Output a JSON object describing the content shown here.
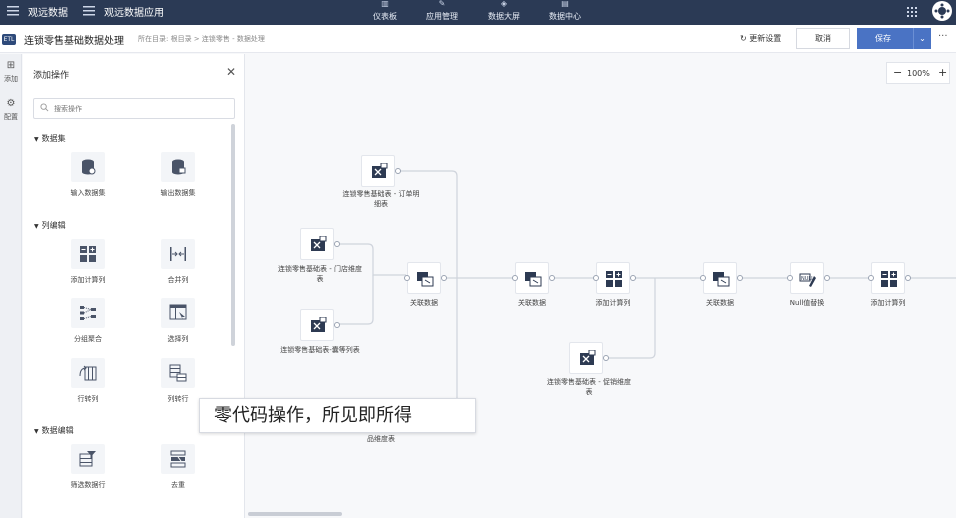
{
  "topbar": {
    "brand_primary": "观远数据",
    "brand_secondary": "观远数据应用",
    "nav": [
      {
        "label": "仪表板",
        "icon": "dashboard-icon"
      },
      {
        "label": "应用管理",
        "icon": "app-icon"
      },
      {
        "label": "数据大屏",
        "icon": "screen-icon"
      },
      {
        "label": "数据中心",
        "icon": "data-icon"
      }
    ]
  },
  "titlebar": {
    "badge": "ETL",
    "title": "连锁零售基础数据处理",
    "breadcrumb": "所在目录: 根目录 > 连锁零售 - 数据处理",
    "reset_label": "更新设置",
    "cancel_label": "取消",
    "save_label": "保存"
  },
  "rail": {
    "add_label": "添加",
    "config_label": "配置"
  },
  "panel": {
    "title": "添加操作",
    "search_placeholder": "搜索操作",
    "sections": [
      {
        "title": "数据集",
        "items": [
          "输入数据集",
          "输出数据集"
        ]
      },
      {
        "title": "列编辑",
        "items": [
          "添加计算列",
          "合并列",
          "分组聚合",
          "选择列",
          "行转列",
          "列转行"
        ]
      },
      {
        "title": "数据编辑",
        "items": [
          "筛选数据行",
          "去重"
        ]
      }
    ]
  },
  "canvas": {
    "zoom": "100%",
    "nodes": [
      {
        "label": "连锁零售基础表 - 订单明细表",
        "type": "input"
      },
      {
        "label": "连锁零售基础表 - 门店维度表",
        "type": "input"
      },
      {
        "label": "连锁零售基础表-囊等列表",
        "type": "input"
      },
      {
        "label": "关联数据",
        "type": "join"
      },
      {
        "label": "关联数据",
        "type": "join"
      },
      {
        "label": "添加计算列",
        "type": "calc"
      },
      {
        "label": "连锁零售基础表 - 促销维度表",
        "type": "input"
      },
      {
        "label": "关联数据",
        "type": "join"
      },
      {
        "label": "Null值替换",
        "type": "null"
      },
      {
        "label": "添加计算列",
        "type": "calc"
      },
      {
        "label": "品维度表",
        "type": "input"
      }
    ]
  },
  "caption": "零代码操作，所见即所得"
}
